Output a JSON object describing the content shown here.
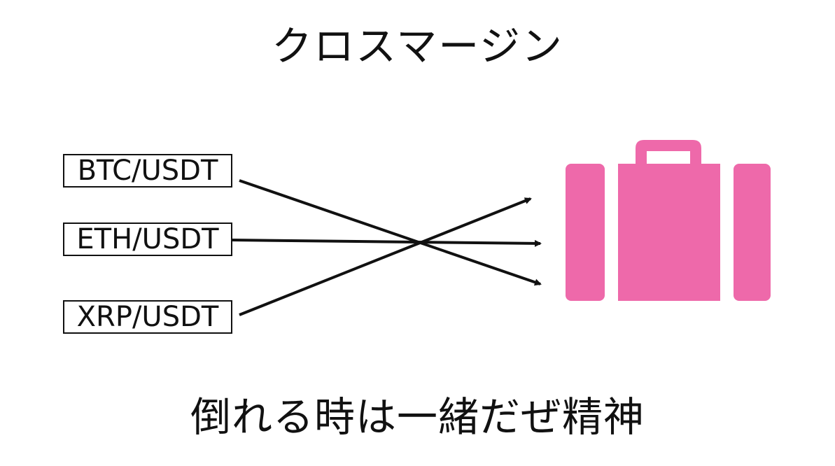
{
  "title": "クロスマージン",
  "pairs": [
    "BTC/USDT",
    "ETH/USDT",
    "XRP/USDT"
  ],
  "wallet_icon": "briefcase-icon",
  "caption": "倒れる時は一緒だぜ精神",
  "colors": {
    "briefcase": "#EE69AA",
    "stroke": "#111111",
    "background": "#FFFFFF"
  }
}
